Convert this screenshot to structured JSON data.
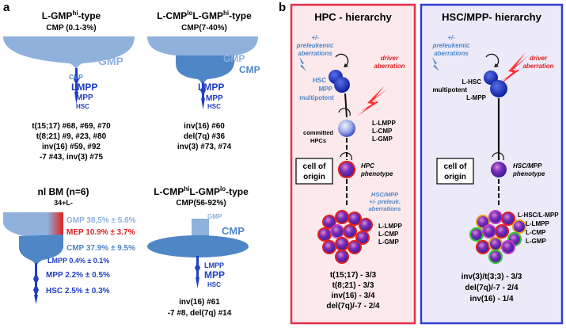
{
  "panel_a": {
    "label": "a",
    "types": [
      {
        "title_pre": "L-GMP",
        "title_sup": "hi",
        "title_post": "-type",
        "subtitle": "CMP (0.1-3%)",
        "funnel_labels": {
          "gmp": "GMP",
          "cmp": "CMP",
          "lmpp": "LMPP",
          "mpp": "MPP",
          "hsc": "HSC"
        },
        "cases": [
          "t(15;17) #68, #69, #70",
          "t(8;21) #9, #23, #80",
          "inv(16) #59, #92",
          "-7 #43, inv(3) #75"
        ]
      },
      {
        "title_pre": "L-CMP",
        "title_sup": "lo",
        "title_mid": "L-GMP",
        "title_sup2": "hi",
        "title_post": "-type",
        "subtitle": "CMP(7-40%)",
        "funnel_labels": {
          "gmp": "GMP",
          "cmp": "CMP",
          "lmpp": "LMPP",
          "mpp": "MPP",
          "hsc": "HSC"
        },
        "cases": [
          "inv(16) #60",
          "del(7q) #36",
          "inv(3) #73, #74"
        ]
      },
      {
        "title": "nl BM (n=6)",
        "subtitle": "34+L-",
        "stats": {
          "gmp": "GMP 38,5% ± 5.6%",
          "mep": "MEP 10.9% ± 3.7%",
          "cmp": "CMP 37.9% ± 9.5%",
          "lmpp": "LMPP 0.4% ± 0.1%",
          "mpp": "MPP 2.2% ± 0.5%",
          "hsc": "HSC 2.5% ± 0.3%"
        }
      },
      {
        "title_pre": "L-CMP",
        "title_sup": "hi",
        "title_mid": "L-GMP",
        "title_sup2": "lo",
        "title_post": "-type",
        "subtitle": "CMP(56-92%)",
        "funnel_labels": {
          "gmp": "GMP",
          "cmp": "CMP",
          "lmpp": "LMPP",
          "mpp": "MPP",
          "hsc": "HSC"
        },
        "cases": [
          "inv(16) #61",
          "-7 #8, del(7q) #14"
        ]
      }
    ]
  },
  "panel_b": {
    "label": "b",
    "hpc": {
      "title": "HPC - hierarchy",
      "preleukemic": [
        "+/-",
        "preleukemic",
        "aberrations"
      ],
      "driver": [
        "driver",
        "aberration"
      ],
      "hsc_label": [
        "HSC",
        "MPP"
      ],
      "multipotent": "multipotent",
      "committed": [
        "committed",
        "HPCs"
      ],
      "committed_cells": [
        "L-LMPP",
        "L-CMP",
        "L-GMP"
      ],
      "origin": [
        "cell of",
        "origin"
      ],
      "phenotype": [
        "HPC",
        "phenotype"
      ],
      "preleuk": [
        "HSC/MPP",
        "+/- preleuk.",
        "aberrations"
      ],
      "cluster_cells": [
        "L-LMPP",
        "L-CMP",
        "L-GMP"
      ],
      "results": [
        "t(15;17) - 3/3",
        "t(8;21) - 3/3",
        "inv(16) - 3/4",
        "del(7q)/-7 - 2/4"
      ]
    },
    "hsc": {
      "title": "HSC/MPP- hierarchy",
      "preleukemic": [
        "+/-",
        "preleukemic",
        "aberrations"
      ],
      "driver": [
        "driver",
        "aberration"
      ],
      "cell_labels": [
        "L-HSC",
        "L-MPP"
      ],
      "multipotent": "multipotent",
      "origin": [
        "cell of",
        "origin"
      ],
      "phenotype": [
        "HSC/MPP",
        "phenotype"
      ],
      "cluster_cells": [
        "L-HSC/L-MPP",
        "L-LMPP",
        "L-CMP",
        "L-GMP"
      ],
      "results": [
        "inv(3)/t(3;3) - 3/3",
        "del(7q)/-7 - 2/4",
        "inv(16) - 1/4"
      ]
    }
  },
  "colors": {
    "light_blue": "#8fb1dc",
    "mid_blue": "#4f86c6",
    "dark_blue": "#1f3fc4",
    "red": "#e02020",
    "panel_red": "#e3304a",
    "panel_blue": "#2d3fcf",
    "pink_bg": "#fbe9ec",
    "lav_bg": "#eceaf8"
  }
}
